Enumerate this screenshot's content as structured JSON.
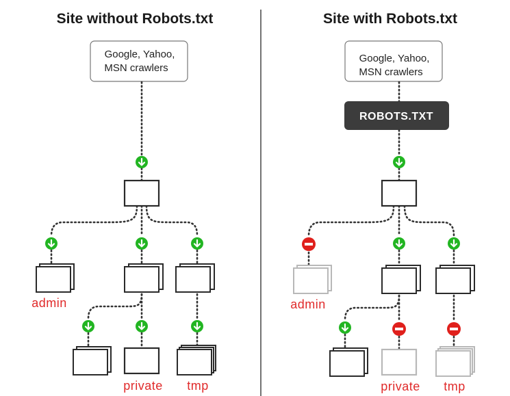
{
  "colors": {
    "allow": "#22b522",
    "block": "#e0201c",
    "label_red": "#e02a2a",
    "folder_stroke": "#2a2a2a",
    "folder_disabled": "#b8b8b8",
    "robots_bg": "#3c3c3c"
  },
  "left_panel": {
    "title": "Site without Robots.txt",
    "crawler_line1": "Google, Yahoo,",
    "crawler_line2": "MSN crawlers",
    "folder_admin": "admin",
    "folder_private": "private",
    "folder_tmp": "tmp"
  },
  "right_panel": {
    "title": "Site with Robots.txt",
    "crawler_line1": "Google, Yahoo,",
    "crawler_line2": "MSN crawlers",
    "robots_label": "ROBOTS.TXT",
    "folder_admin": "admin",
    "folder_private": "private",
    "folder_tmp": "tmp"
  },
  "icons": {
    "allow": "green-down-arrow-icon",
    "block": "red-no-entry-icon"
  }
}
